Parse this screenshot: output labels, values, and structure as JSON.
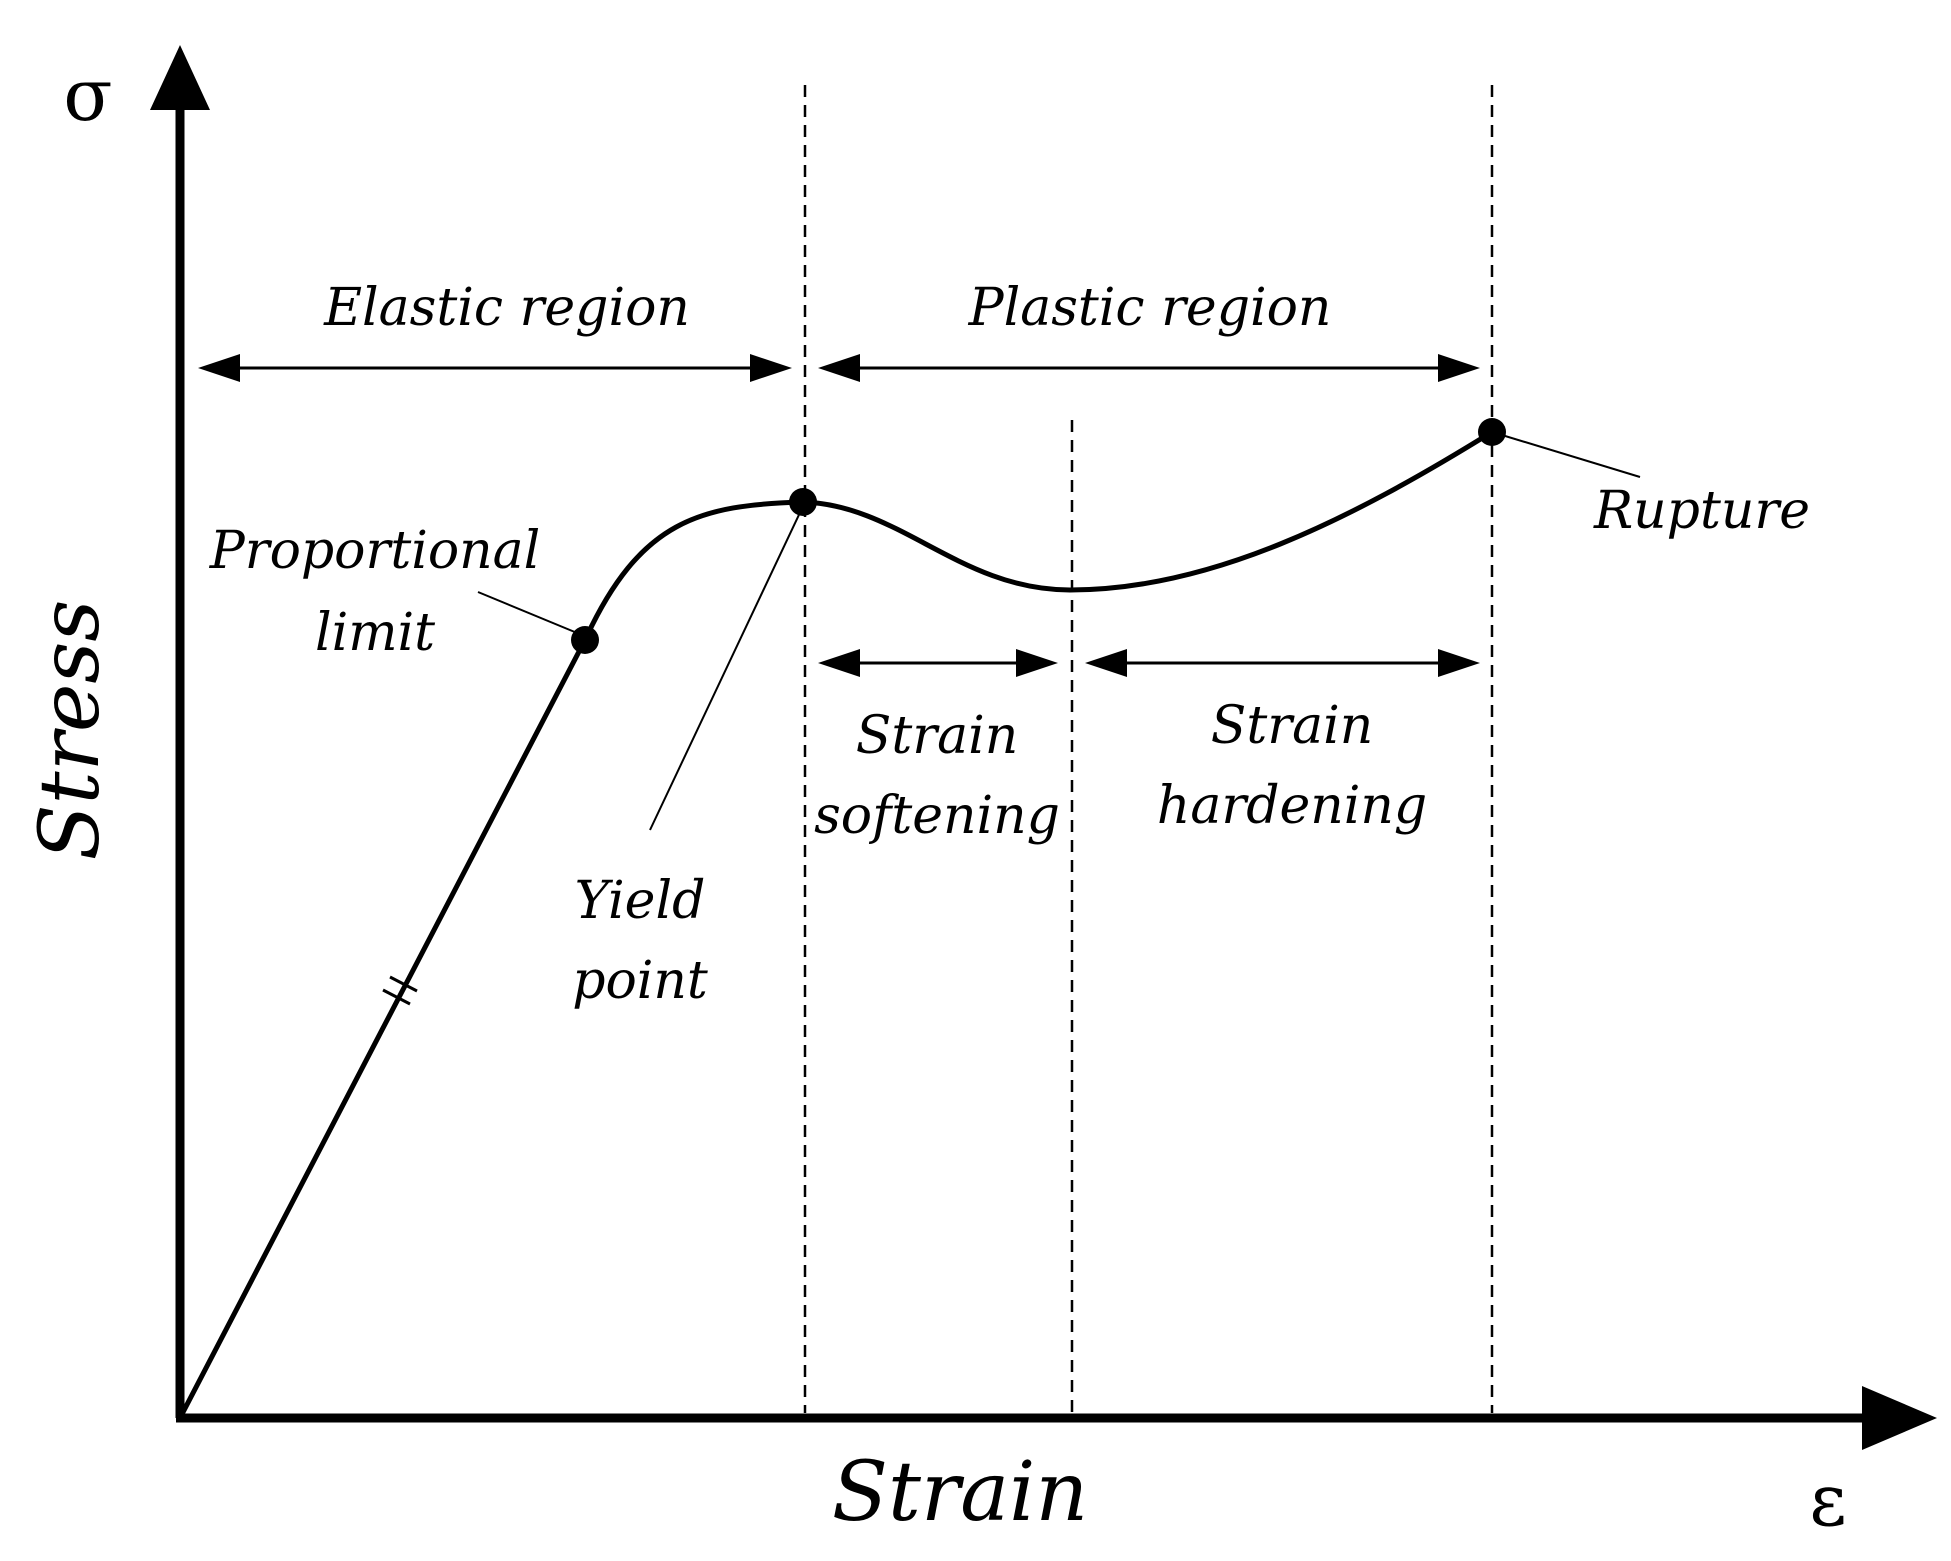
{
  "axes": {
    "y_symbol": "σ",
    "y_label": "Stress",
    "x_symbol": "ε",
    "x_label": "Strain"
  },
  "regions": {
    "elastic": "Elastic region",
    "plastic": "Plastic region",
    "softening_line1": "Strain",
    "softening_line2": "softening",
    "hardening_line1": "Strain",
    "hardening_line2": "hardening"
  },
  "points": {
    "proportional_line1": "Proportional",
    "proportional_line2": "limit",
    "yield_line1": "Yield",
    "yield_line2": "point",
    "rupture": "Rupture"
  },
  "colors": {
    "ink": "#000000",
    "background": "#ffffff"
  }
}
